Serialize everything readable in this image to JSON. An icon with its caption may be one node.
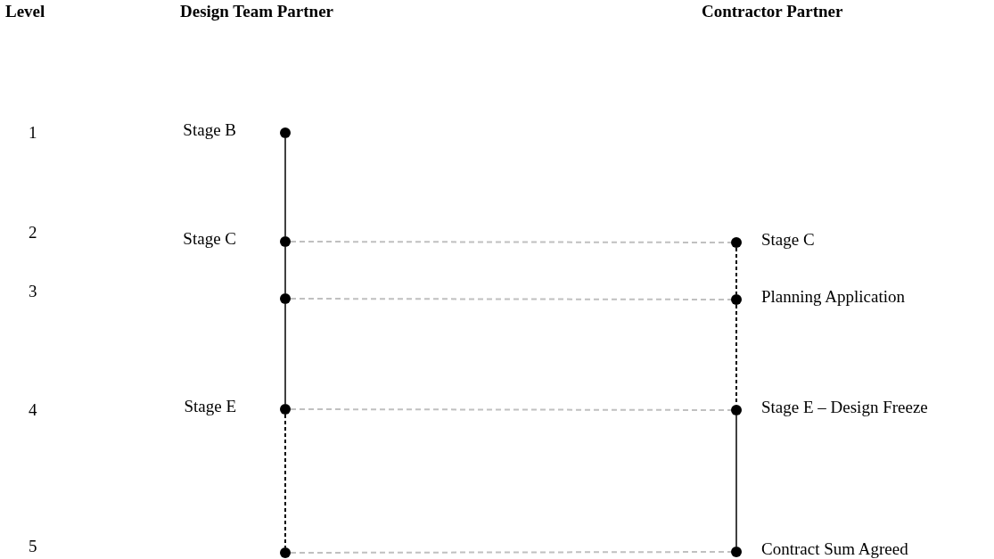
{
  "diagram": {
    "nodes": [
      {
        "text": [],
        "shape": "circle",
        "beside": [
          "Stage B"
        ]
      },
      {
        "text": [],
        "shape": "circle",
        "beside": [
          "Stage C"
        ]
      },
      {
        "text": [],
        "shape": "circle"
      },
      {
        "text": [],
        "shape": "circle",
        "beside": [
          "Stage E"
        ]
      },
      {
        "text": [],
        "shape": "circle"
      },
      {
        "text": [],
        "shape": "circle",
        "beside": [
          "Stage C"
        ]
      },
      {
        "text": [],
        "shape": "circle",
        "beside": [
          "Planning Application"
        ]
      },
      {
        "text": [],
        "shape": "circle",
        "beside": [
          "Stage E – Design Freeze"
        ]
      },
      {
        "text": [],
        "shape": "circle",
        "beside": [
          "Contract Sum Agreed"
        ]
      }
    ],
    "edges": [
      {
        "from": 0,
        "to": 1,
        "arrow": "none"
      },
      {
        "from": 1,
        "to": 2,
        "arrow": "none"
      },
      {
        "from": 2,
        "to": 3,
        "arrow": "none"
      },
      {
        "from": 3,
        "to": 4,
        "arrow": "none",
        "style": "dashed"
      },
      {
        "from": 5,
        "to": 6,
        "arrow": "none",
        "style": "dashed"
      },
      {
        "from": 6,
        "to": 7,
        "arrow": "none",
        "style": "dashed"
      },
      {
        "from": 7,
        "to": 8,
        "arrow": "none"
      },
      {
        "from": 1,
        "to": 5,
        "arrow": "none",
        "style": "dashed",
        "color": "#c0c0c0"
      },
      {
        "from": 2,
        "to": 6,
        "arrow": "none",
        "style": "dashed",
        "color": "#c0c0c0"
      },
      {
        "from": 3,
        "to": 7,
        "arrow": "none",
        "style": "dashed",
        "color": "#c0c0c0"
      },
      {
        "from": 4,
        "to": 8,
        "arrow": "none",
        "style": "dashed",
        "color": "#c0c0c0"
      }
    ],
    "labels": [
      "Level",
      "Design Team Partner",
      "Contractor Partner",
      "1",
      "2",
      "3",
      "4",
      "5"
    ]
  }
}
